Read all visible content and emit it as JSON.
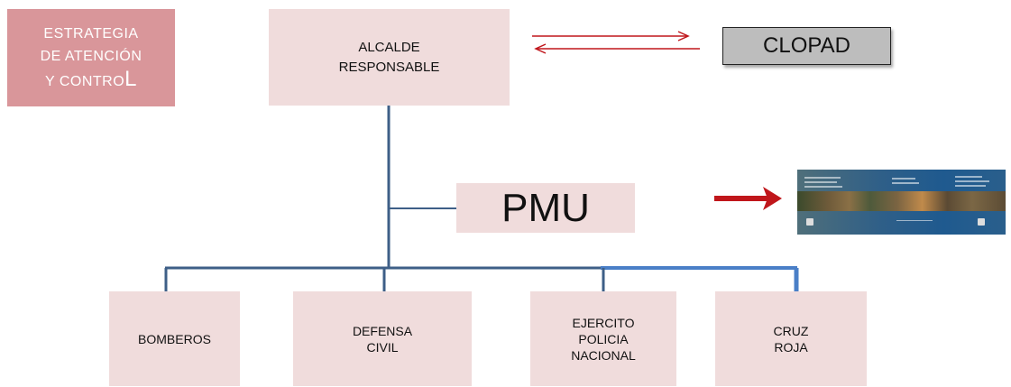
{
  "strategy": {
    "line1": "ESTRATEGIA",
    "line2": "DE ATENCIÓN",
    "line3": "Y CONTRO",
    "line3_big": "L"
  },
  "alcalde": {
    "line1": "ALCALDE",
    "line2": "RESPONSABLE"
  },
  "clopad": "CLOPAD",
  "pmu": "PMU",
  "units": [
    {
      "lines": [
        "BOMBEROS"
      ]
    },
    {
      "lines": [
        "DEFENSA",
        "CIVIL"
      ]
    },
    {
      "lines": [
        "EJERCITO",
        "POLICIA",
        "NACIONAL"
      ]
    },
    {
      "lines": [
        "CRUZ",
        "ROJA"
      ]
    }
  ],
  "colors": {
    "connector": "#3e5f87",
    "connector_light": "#4a7fc7",
    "arrow": "#c0161b",
    "box": "#f0dcdc",
    "strategy_box": "#d9969a"
  }
}
